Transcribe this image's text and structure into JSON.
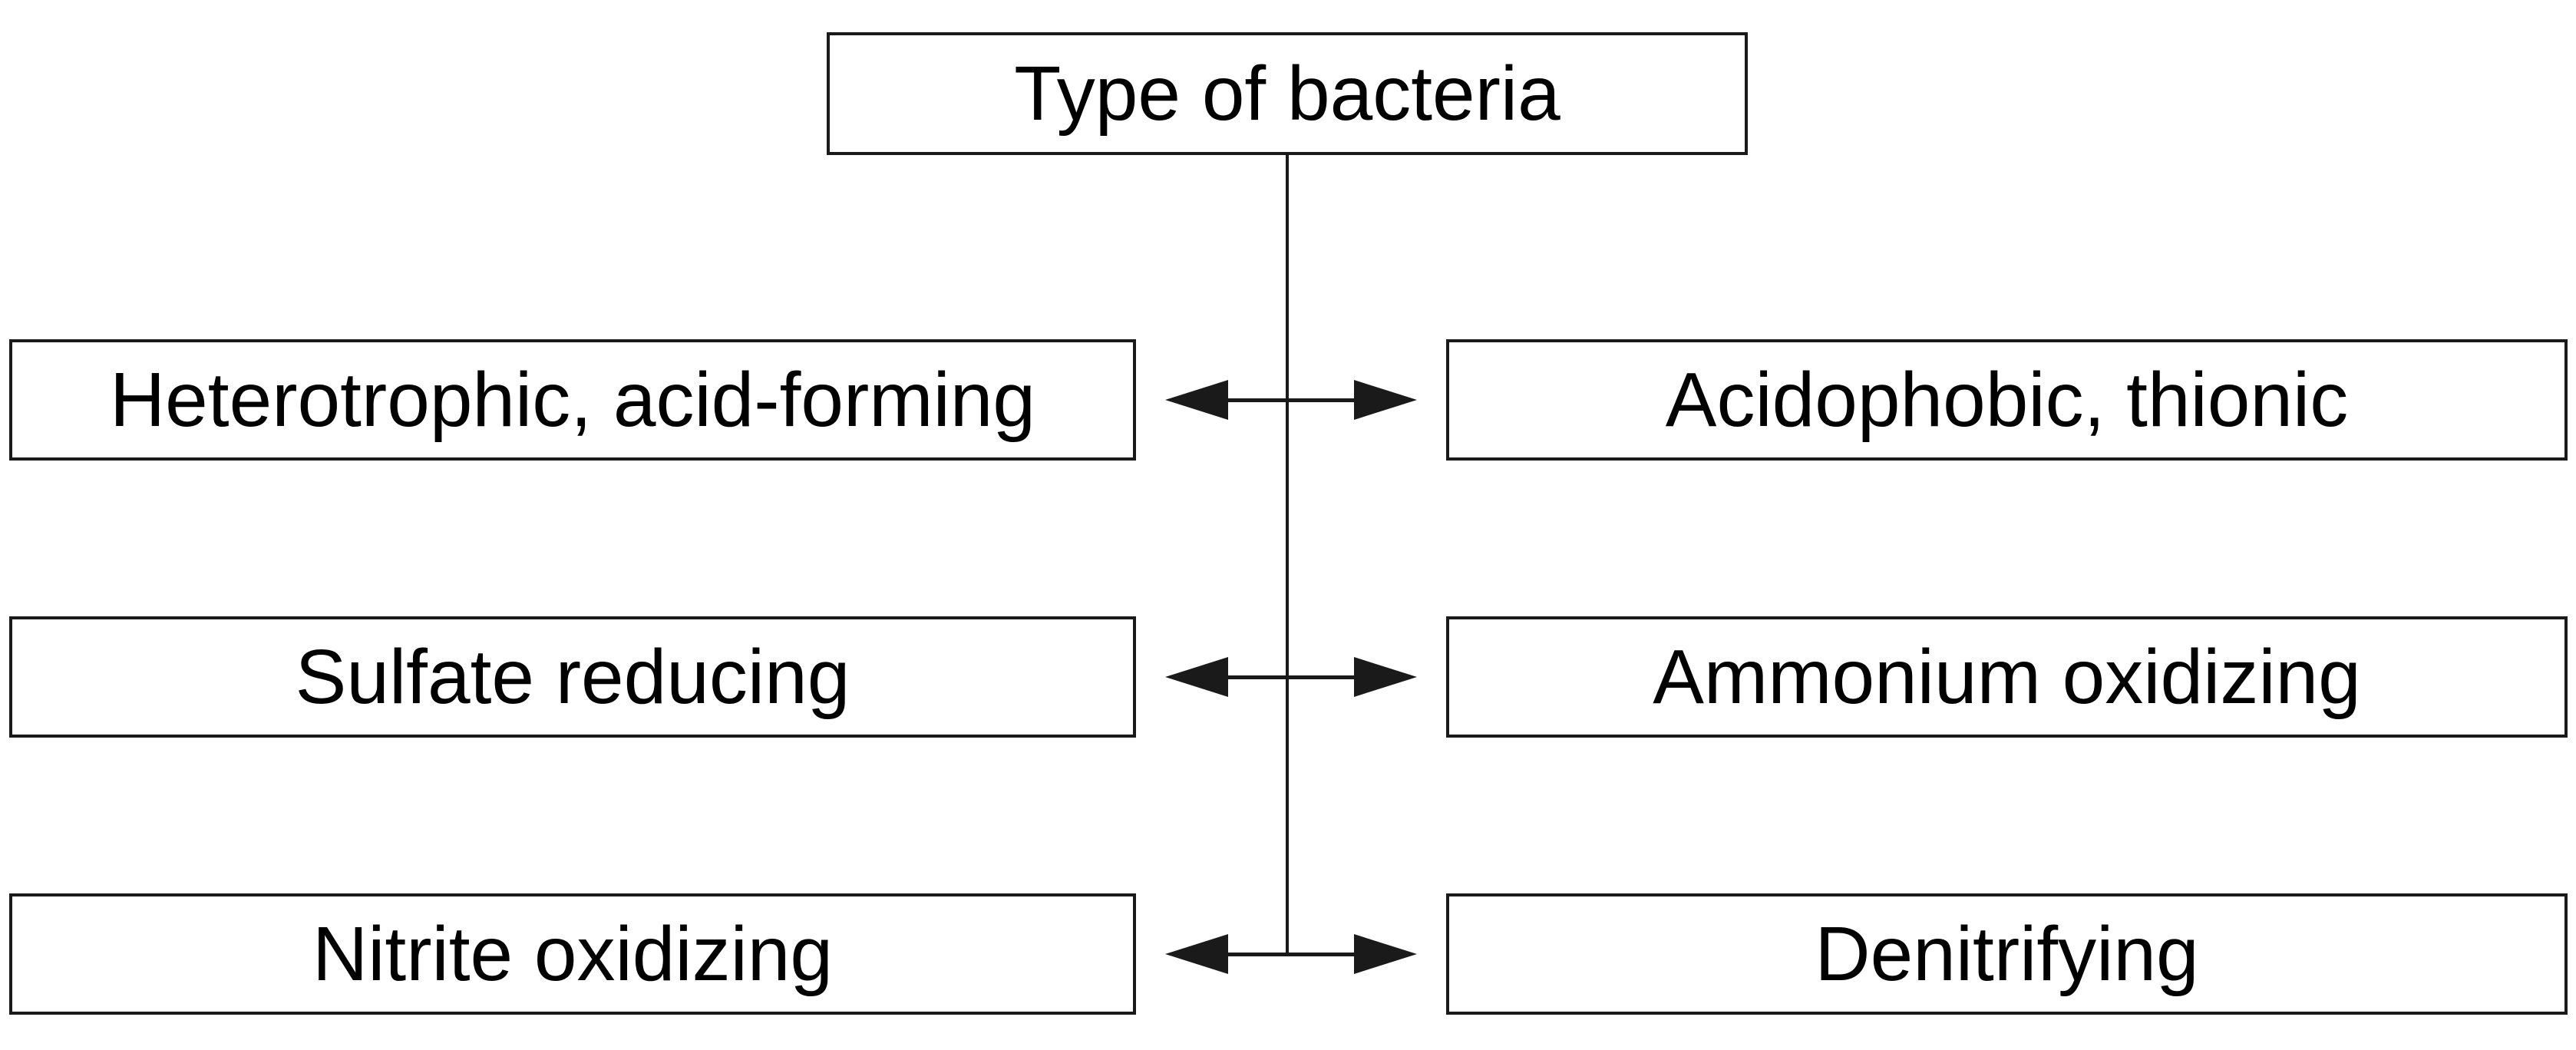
{
  "diagram": {
    "title": "Type of bacteria",
    "rows": [
      {
        "left": "Heterotrophic, acid-forming",
        "right": "Acidophobic, thionic"
      },
      {
        "left": "Sulfate reducing",
        "right": "Ammonium oxidizing"
      },
      {
        "left": "Nitrite oxidizing",
        "right": "Denitrifying"
      }
    ],
    "connector": "bidirectional-arrow",
    "colors": {
      "background": "#ffffff",
      "line": "#1a1a1a",
      "text": "#000000",
      "box_fill": "#ffffff"
    }
  }
}
